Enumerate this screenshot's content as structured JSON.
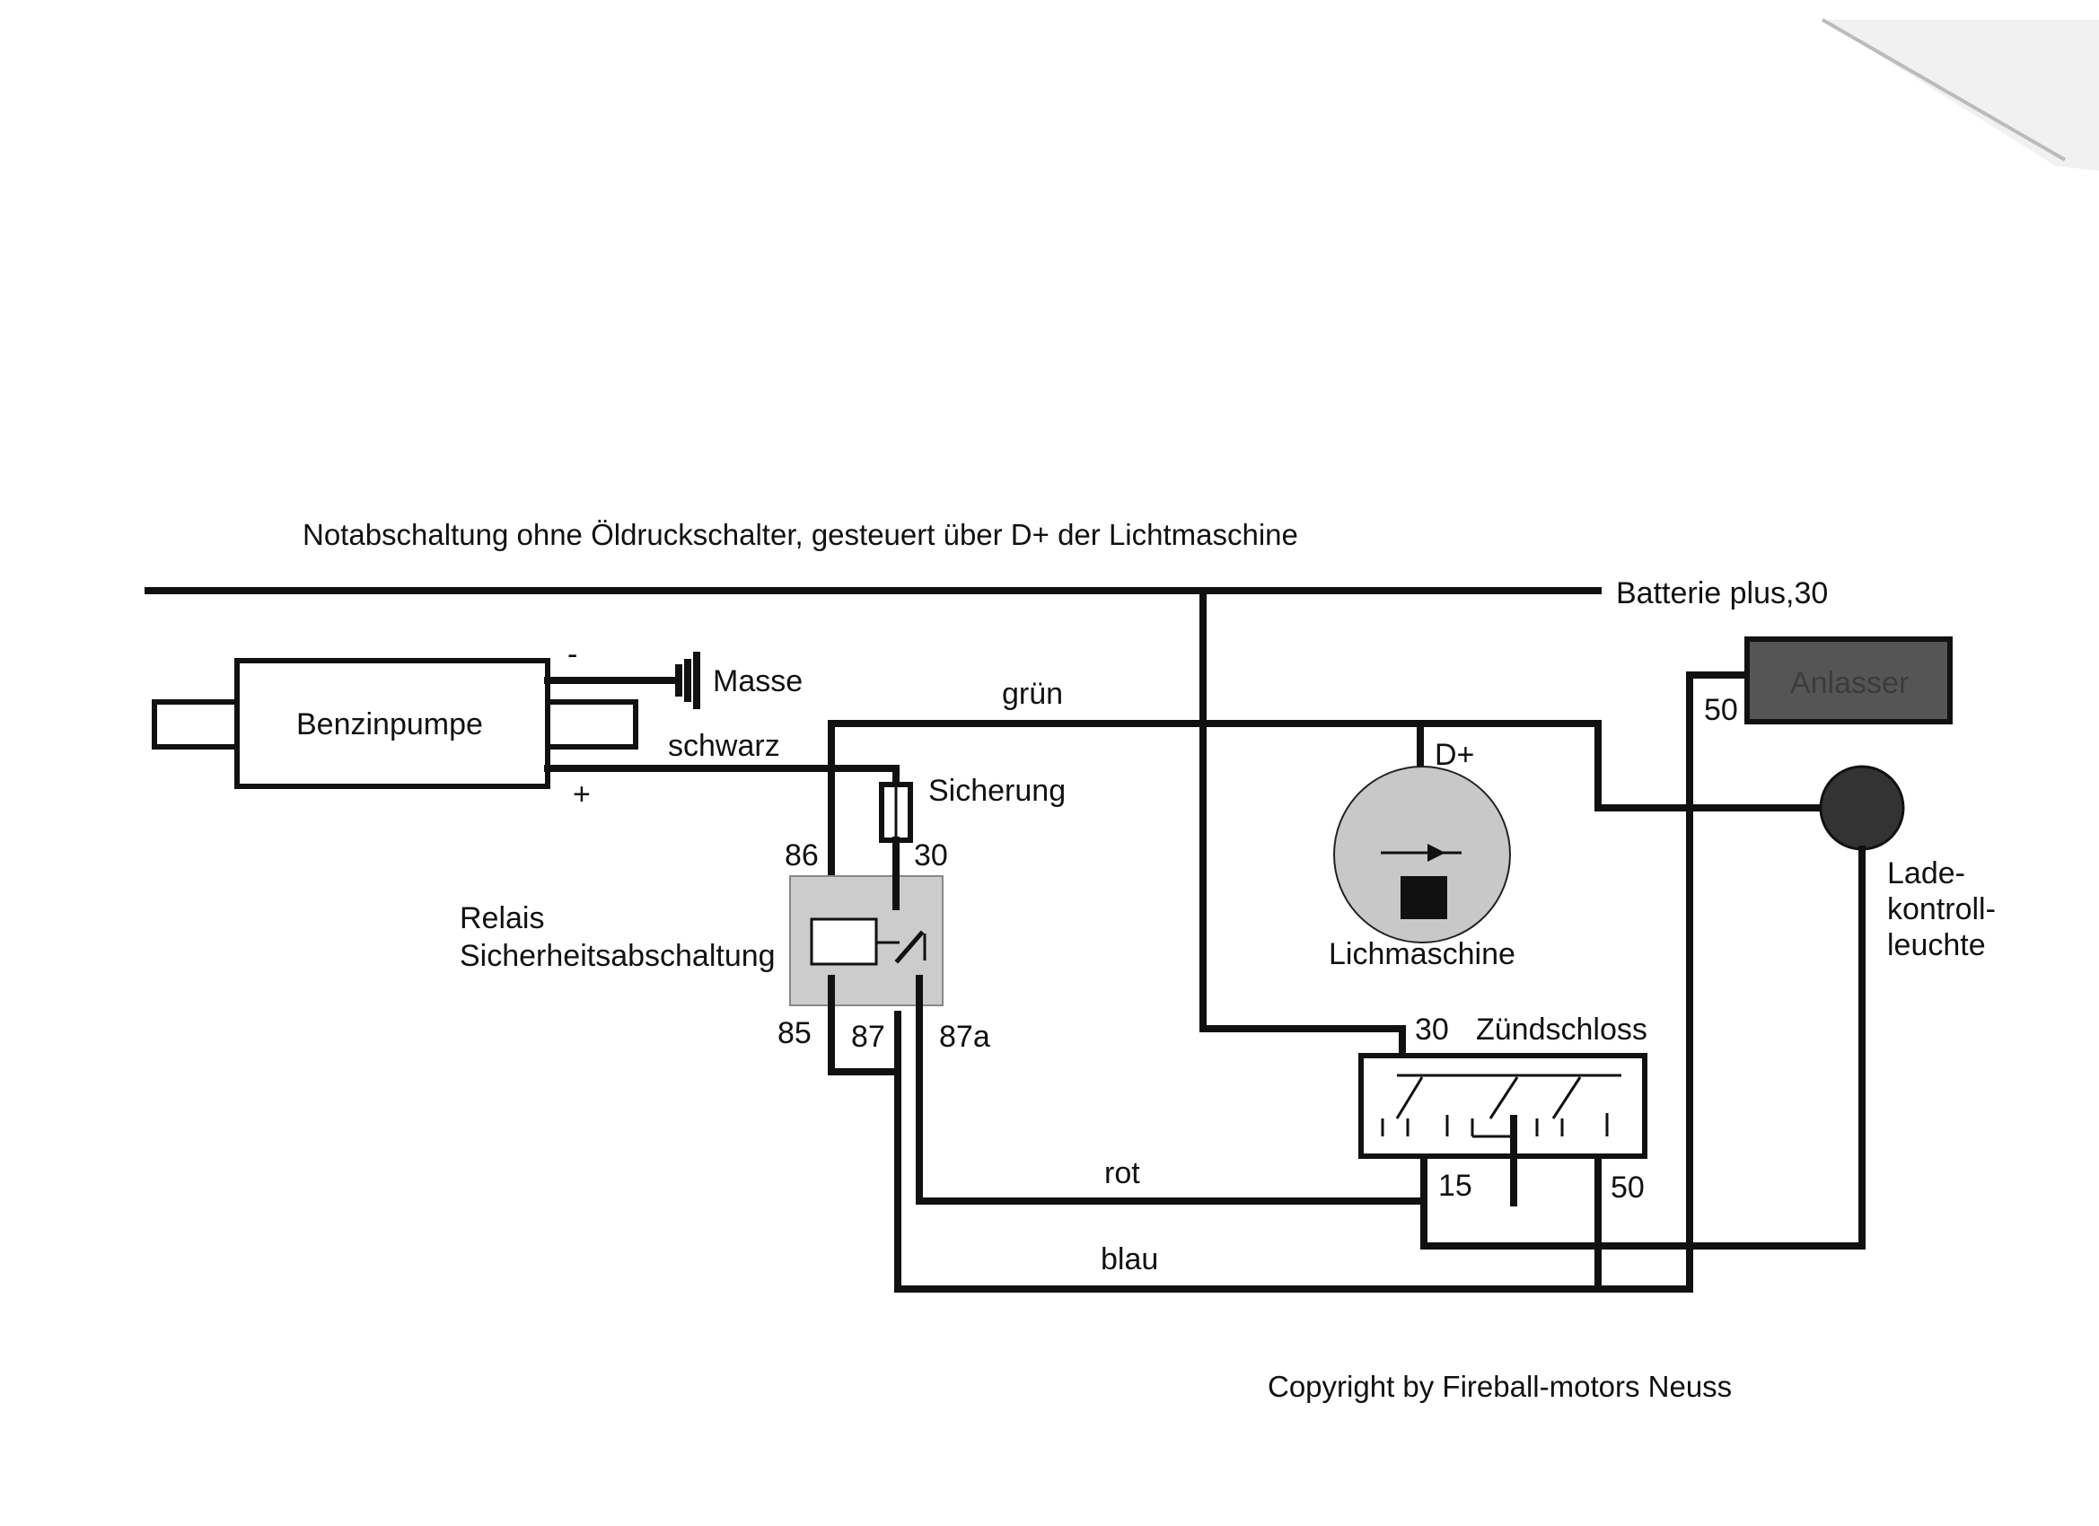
{
  "title": "Notabschaltung ohne Öldruckschalter, gesteuert über D+ der Lichtmaschine",
  "battery_label": "Batterie plus,30",
  "pump": {
    "label": "Benzinpumpe",
    "minus": "-",
    "plus": "+"
  },
  "ground_label": "Masse",
  "wires": {
    "green": "grün",
    "black": "schwarz",
    "red": "rot",
    "blue": "blau"
  },
  "fuse_label": "Sicherung",
  "relay": {
    "label_line1": "Relais",
    "label_line2": "Sicherheitsabschaltung",
    "pin_86": "86",
    "pin_30": "30",
    "pin_85": "85",
    "pin_87": "87",
    "pin_87a": "87a"
  },
  "alternator": {
    "label": "Lichmaschine",
    "terminal": "D+"
  },
  "starter": {
    "label": "Anlasser",
    "terminal": "50"
  },
  "charge_lamp": {
    "line1": "Lade-",
    "line2": "kontroll-",
    "line3": "leuchte"
  },
  "ignition": {
    "label": "Zündschloss",
    "pin_30": "30",
    "pin_15": "15",
    "pin_50": "50"
  },
  "copyright": "Copyright by Fireball-motors Neuss",
  "colors": {
    "ink": "#111111",
    "relay_fill": "#cccccc",
    "alternator_fill": "#c8c8c8",
    "starter_fill": "#555555",
    "lamp_fill": "#333333"
  }
}
